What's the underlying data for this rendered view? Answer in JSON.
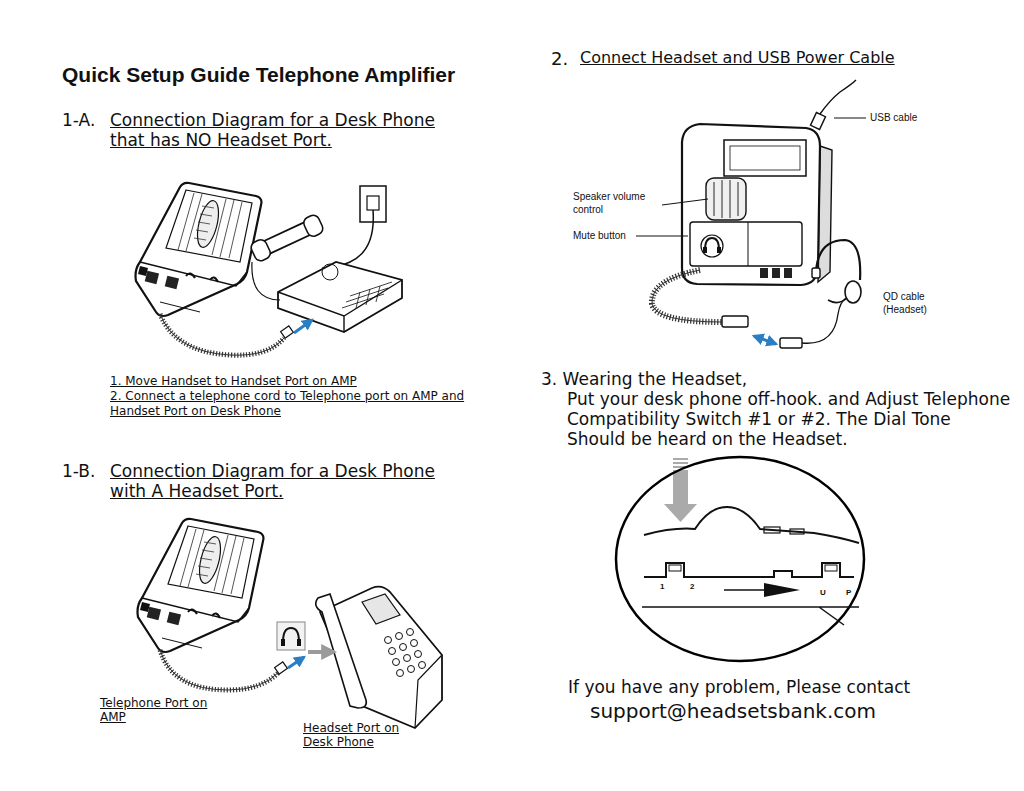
{
  "diagram": {
    "title": "Quick Setup Guide Telephone Amplifier",
    "nodes": [
      {
        "text": [
          "1",
          "2",
          "U",
          "P"
        ]
      }
    ],
    "labels": [
      "1-A.",
      "Connection Diagram for a Desk Phone that has NO Headset Port.",
      "1. Move Handset to Handset Port on AMP",
      "2. Connect a telephone cord to Telephone port on AMP and Handset Port on Desk Phone",
      "1-B.",
      "Connection Diagram for a Desk Phone with A Headset Port.",
      "Telephone Port on AMP",
      "Headset Port on Desk Phone",
      "2.",
      "Connect Headset and USB Power Cable",
      "USB cable",
      "Speaker volume control",
      "Mute button",
      "QD cable (Headset)",
      "3. Wearing the Headset,",
      "Put your desk phone off-hook. and Adjust Telephone Compatibility Switch #1 or #2. The Dial Tone Should be heard on the Headset.",
      "If you have any problem, Please contact",
      "support@headsetsbank.com"
    ]
  }
}
